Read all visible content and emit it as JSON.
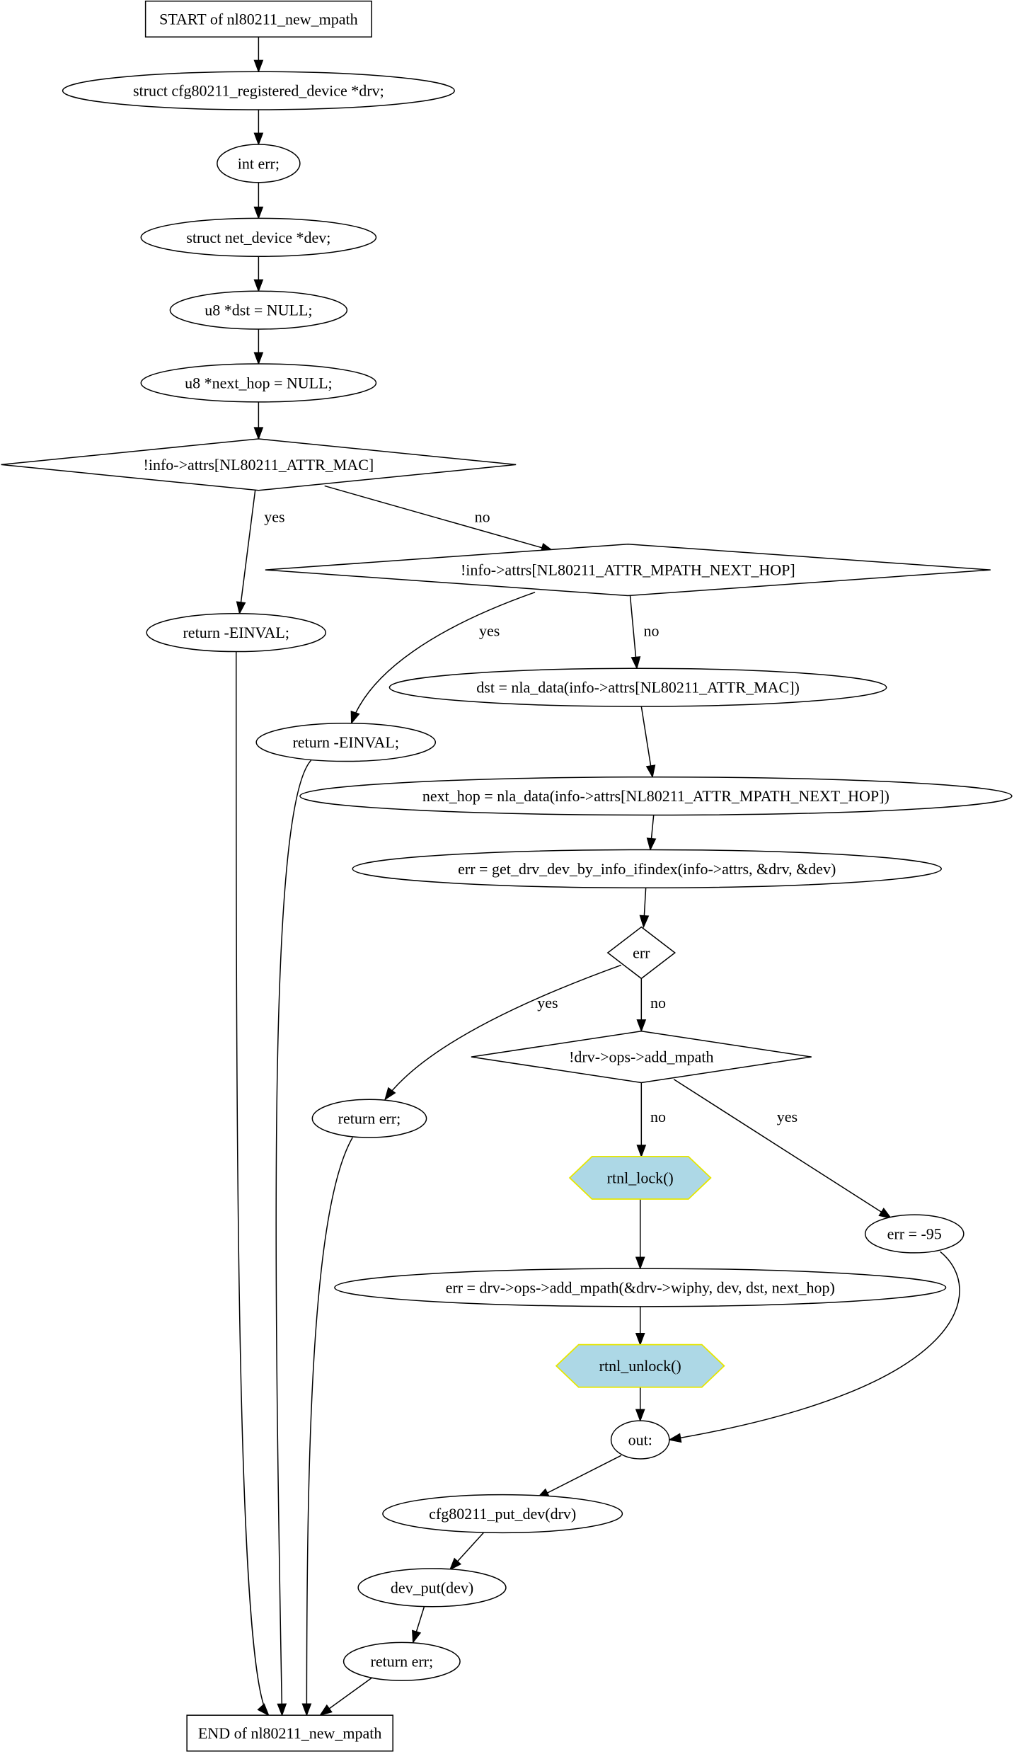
{
  "nodes": {
    "start": {
      "label": "START of nl80211_new_mpath",
      "shape": "box"
    },
    "decl_drv": {
      "label": "struct cfg80211_registered_device *drv;",
      "shape": "ellipse"
    },
    "decl_err": {
      "label": "int err;",
      "shape": "ellipse"
    },
    "decl_dev": {
      "label": "struct net_device *dev;",
      "shape": "ellipse"
    },
    "decl_dst": {
      "label": "u8 *dst = NULL;",
      "shape": "ellipse"
    },
    "decl_next": {
      "label": "u8 *next_hop = NULL;",
      "shape": "ellipse"
    },
    "if_mac": {
      "label": "!info->attrs[NL80211_ATTR_MAC]",
      "shape": "diamond"
    },
    "ret_inval1": {
      "label": "return -EINVAL;",
      "shape": "ellipse"
    },
    "if_nexthop": {
      "label": "!info->attrs[NL80211_ATTR_MPATH_NEXT_HOP]",
      "shape": "diamond"
    },
    "ret_inval2": {
      "label": "return -EINVAL;",
      "shape": "ellipse"
    },
    "assign_dst": {
      "label": "dst = nla_data(info->attrs[NL80211_ATTR_MAC])",
      "shape": "ellipse"
    },
    "assign_next": {
      "label": "next_hop = nla_data(info->attrs[NL80211_ATTR_MPATH_NEXT_HOP])",
      "shape": "ellipse"
    },
    "get_drv": {
      "label": "err = get_drv_dev_by_info_ifindex(info->attrs, &drv, &dev)",
      "shape": "ellipse"
    },
    "if_err": {
      "label": "err",
      "shape": "diamond"
    },
    "ret_err1": {
      "label": "return err;",
      "shape": "ellipse"
    },
    "if_ops": {
      "label": "!drv->ops->add_mpath",
      "shape": "diamond"
    },
    "rtnl_lock": {
      "label": "rtnl_lock()",
      "shape": "hexagon",
      "highlight": true
    },
    "err95": {
      "label": "err = -95",
      "shape": "ellipse"
    },
    "add_mpath": {
      "label": "err = drv->ops->add_mpath(&drv->wiphy, dev, dst, next_hop)",
      "shape": "ellipse"
    },
    "rtnl_unlock": {
      "label": "rtnl_unlock()",
      "shape": "hexagon",
      "highlight": true
    },
    "out": {
      "label": "out:",
      "shape": "ellipse"
    },
    "put_dev": {
      "label": "cfg80211_put_dev(drv)",
      "shape": "ellipse"
    },
    "dev_put": {
      "label": "dev_put(dev)",
      "shape": "ellipse"
    },
    "ret_err2": {
      "label": "return err;",
      "shape": "ellipse"
    },
    "end": {
      "label": "END of nl80211_new_mpath",
      "shape": "box"
    }
  },
  "edges": [
    {
      "from": "start",
      "to": "decl_drv",
      "label": ""
    },
    {
      "from": "decl_drv",
      "to": "decl_err",
      "label": ""
    },
    {
      "from": "decl_err",
      "to": "decl_dev",
      "label": ""
    },
    {
      "from": "decl_dev",
      "to": "decl_dst",
      "label": ""
    },
    {
      "from": "decl_dst",
      "to": "decl_next",
      "label": ""
    },
    {
      "from": "decl_next",
      "to": "if_mac",
      "label": ""
    },
    {
      "from": "if_mac",
      "to": "ret_inval1",
      "label": "yes"
    },
    {
      "from": "if_mac",
      "to": "if_nexthop",
      "label": "no"
    },
    {
      "from": "if_nexthop",
      "to": "ret_inval2",
      "label": "yes"
    },
    {
      "from": "if_nexthop",
      "to": "assign_dst",
      "label": "no"
    },
    {
      "from": "assign_dst",
      "to": "assign_next",
      "label": ""
    },
    {
      "from": "assign_next",
      "to": "get_drv",
      "label": ""
    },
    {
      "from": "get_drv",
      "to": "if_err",
      "label": ""
    },
    {
      "from": "if_err",
      "to": "ret_err1",
      "label": "yes"
    },
    {
      "from": "if_err",
      "to": "if_ops",
      "label": "no"
    },
    {
      "from": "if_ops",
      "to": "rtnl_lock",
      "label": "no"
    },
    {
      "from": "if_ops",
      "to": "err95",
      "label": "yes"
    },
    {
      "from": "rtnl_lock",
      "to": "add_mpath",
      "label": ""
    },
    {
      "from": "add_mpath",
      "to": "rtnl_unlock",
      "label": ""
    },
    {
      "from": "rtnl_unlock",
      "to": "out",
      "label": ""
    },
    {
      "from": "err95",
      "to": "out",
      "label": ""
    },
    {
      "from": "out",
      "to": "put_dev",
      "label": ""
    },
    {
      "from": "put_dev",
      "to": "dev_put",
      "label": ""
    },
    {
      "from": "dev_put",
      "to": "ret_err2",
      "label": ""
    },
    {
      "from": "ret_err2",
      "to": "end",
      "label": ""
    },
    {
      "from": "ret_inval1",
      "to": "end",
      "label": ""
    },
    {
      "from": "ret_inval2",
      "to": "end",
      "label": ""
    },
    {
      "from": "ret_err1",
      "to": "end",
      "label": ""
    }
  ]
}
